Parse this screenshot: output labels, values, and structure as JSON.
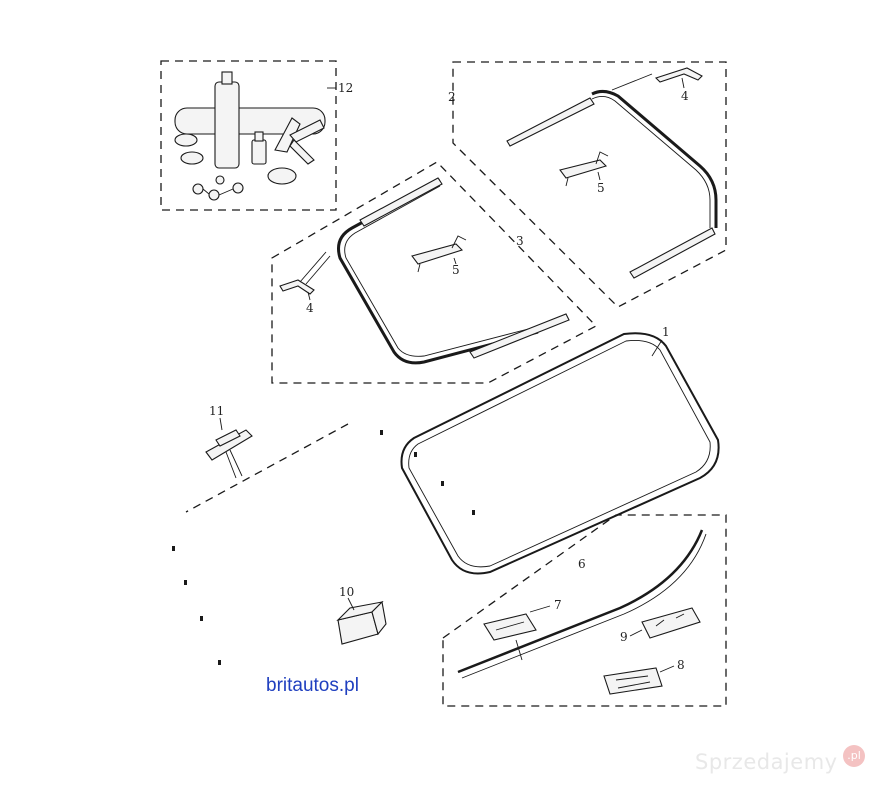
{
  "diagram": {
    "callouts": {
      "windscreen": "1",
      "kit_upper": "2",
      "kit_lower": "3",
      "clip_upper": "4",
      "clip_lower": "4",
      "bracket_upper": "5",
      "bracket_lower": "5",
      "finisher": "6",
      "clip_finisher": "7",
      "clip_plate": "8",
      "clip_small": "9",
      "block": "10",
      "mirror_base": "11",
      "adhesive_kit": "12"
    }
  },
  "site_caption": "britautos.pl",
  "watermark": {
    "text": "Sprzedajemy",
    "badge": ".pl"
  }
}
